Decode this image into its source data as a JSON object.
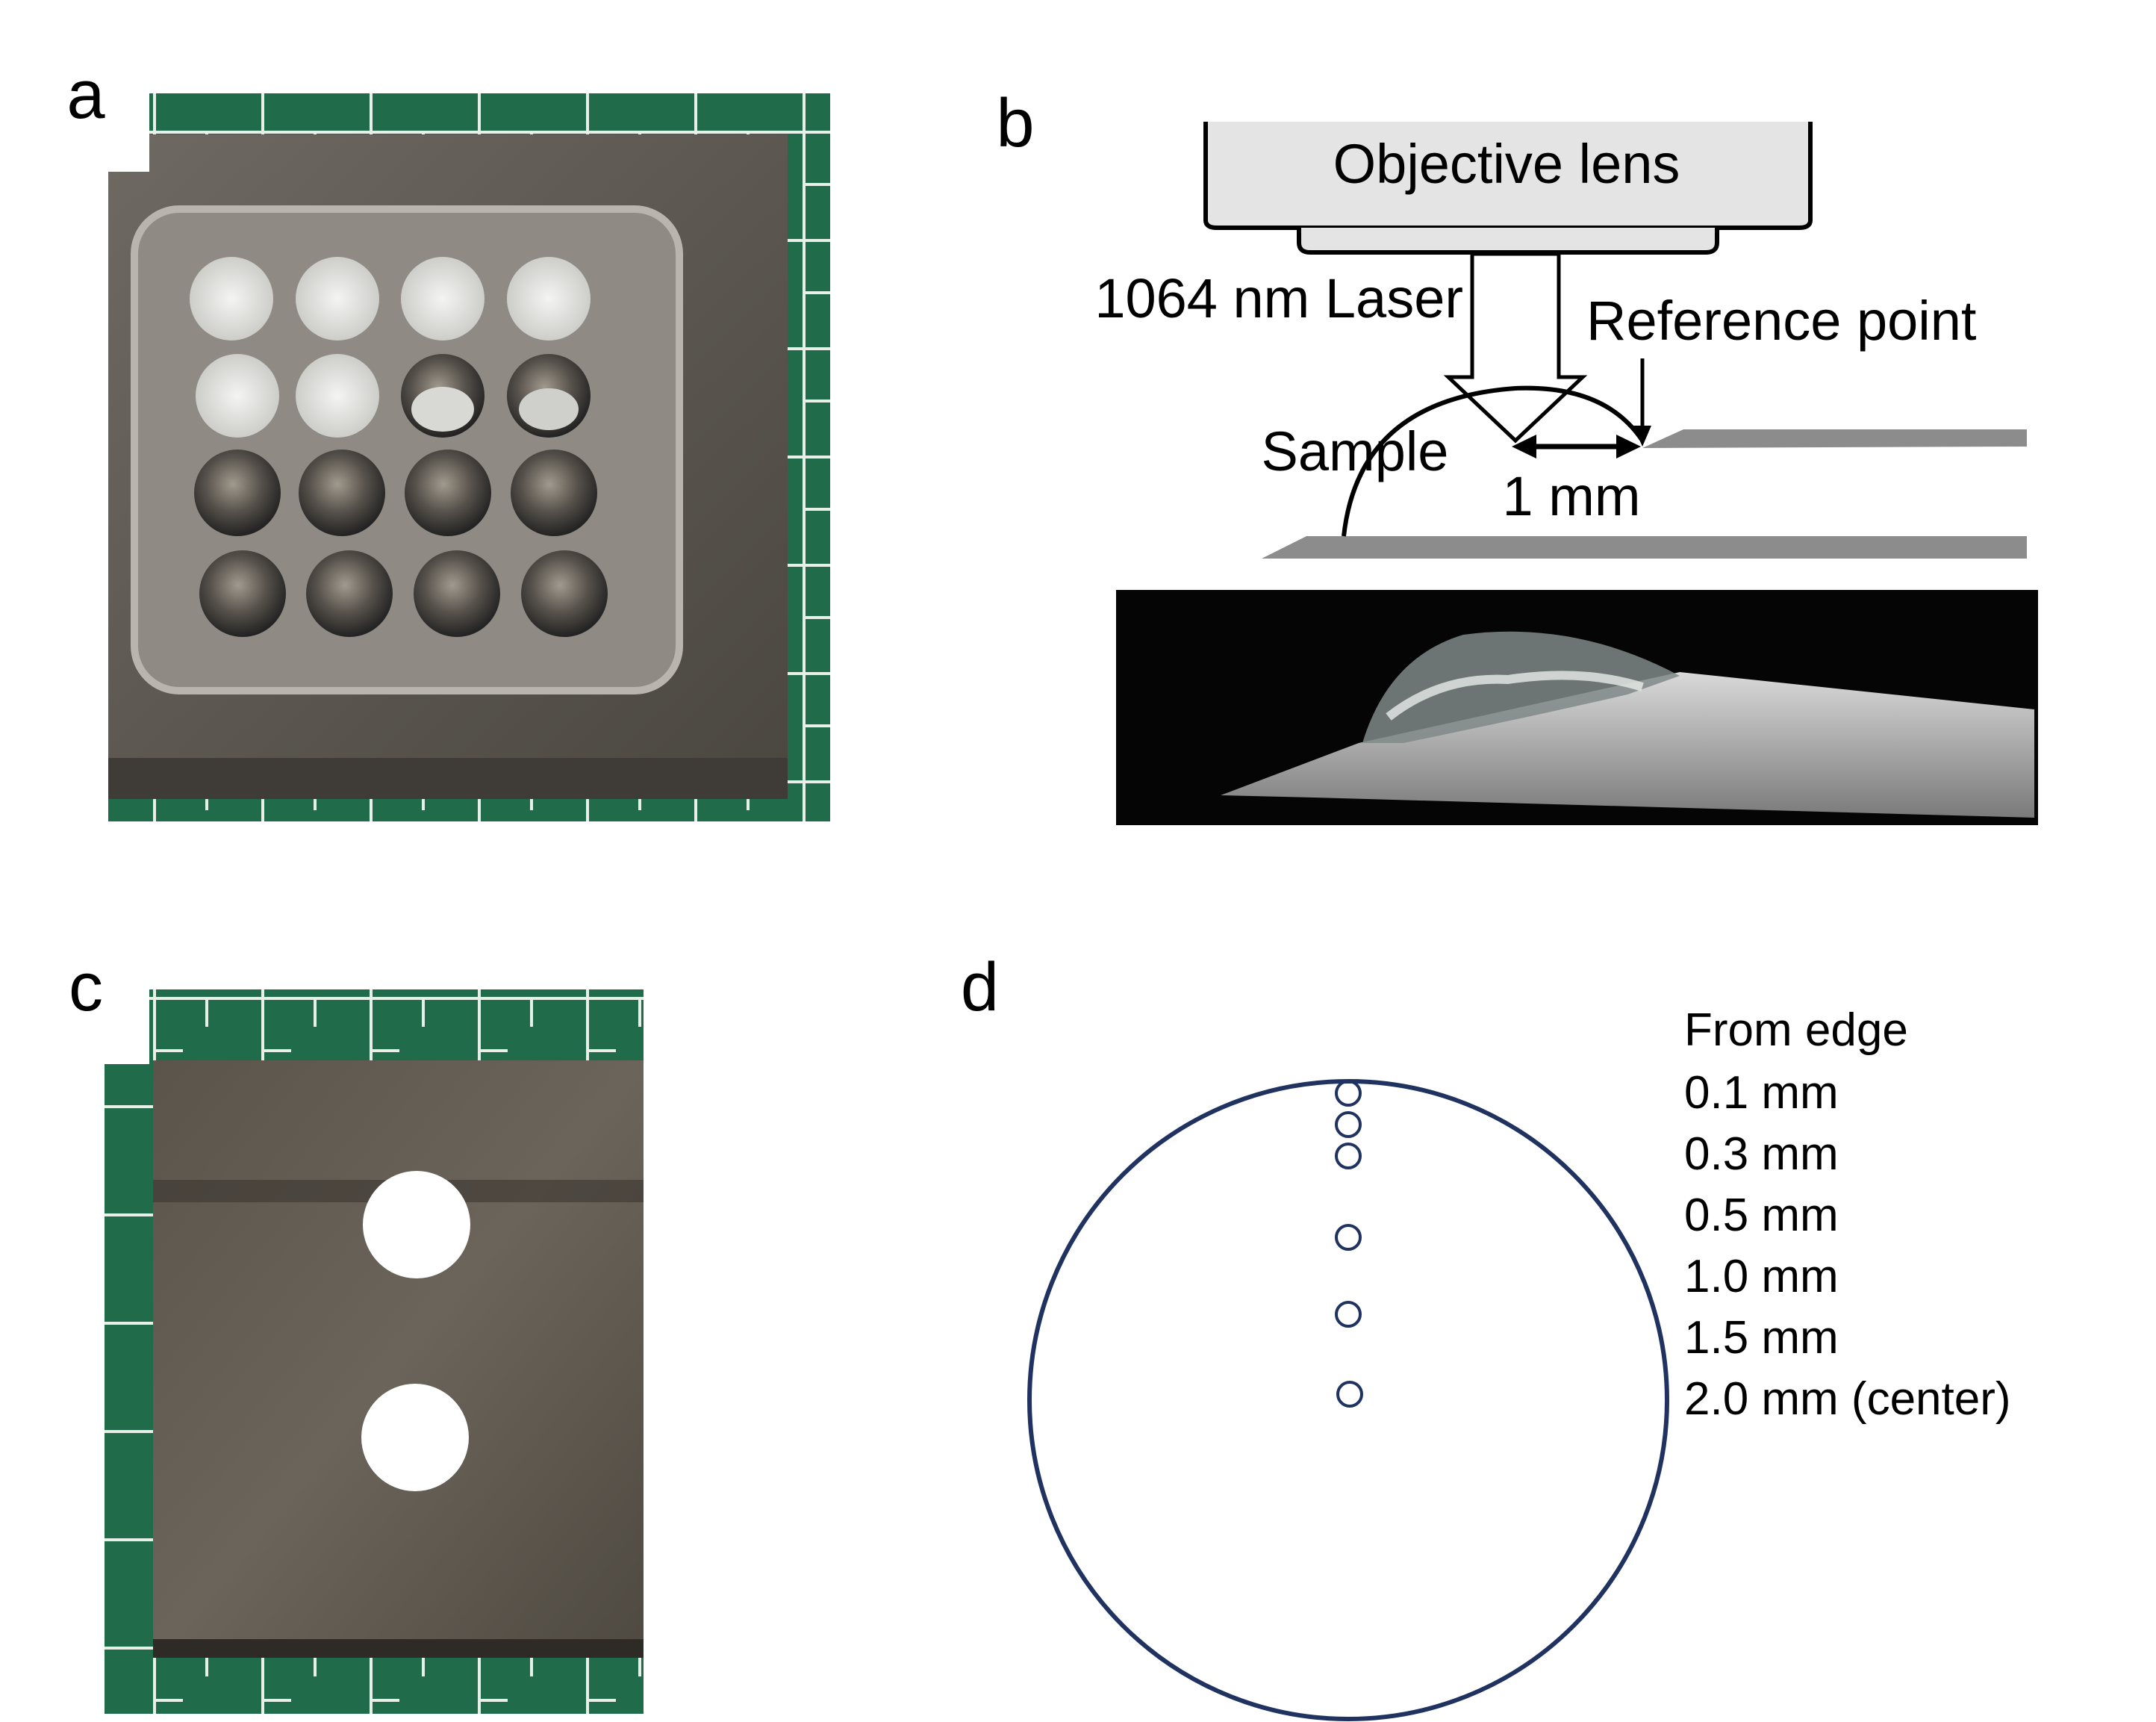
{
  "panels": {
    "a": {
      "label": "a"
    },
    "b": {
      "label": "b",
      "objective_lens": "Objective lens",
      "laser": "1064 nm Laser",
      "reference_point": "Reference point",
      "sample": "Sample",
      "distance": "1 mm"
    },
    "c": {
      "label": "c"
    },
    "d": {
      "label": "d",
      "header": "From edge",
      "positions": [
        "0.1 mm",
        "0.3 mm",
        "0.5 mm",
        "1.0 mm",
        "1.5 mm",
        "2.0 mm (center)"
      ]
    }
  },
  "colors": {
    "circle_stroke": "#1f3260",
    "green_mat": "#1f6b4a",
    "metal_plate": "#5e5850",
    "stage_gray": "#8c8c8c"
  }
}
